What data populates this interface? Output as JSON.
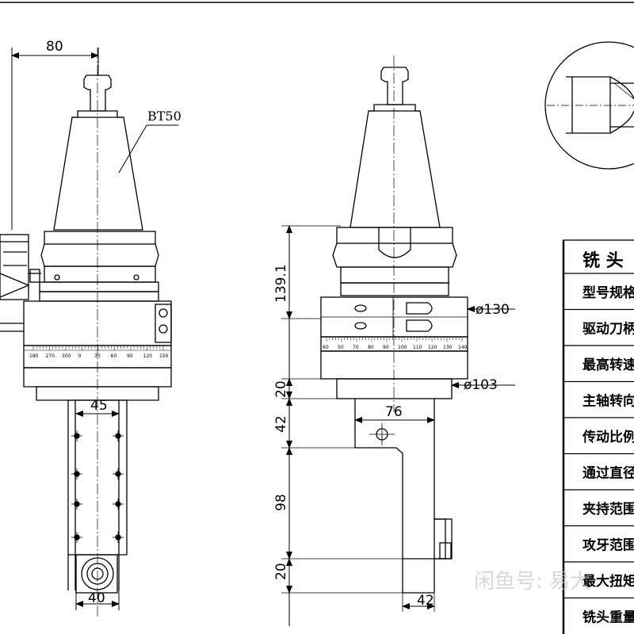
{
  "drawing": {
    "left_view": {
      "dim_top": "80",
      "label_taper": "BT50",
      "dim_bolt_spacing": "45",
      "dim_bottom": "40",
      "scale_labels": [
        "180",
        "270",
        "300",
        "0",
        "30",
        "60",
        "90",
        "120",
        "150"
      ]
    },
    "mid_view": {
      "dim_height_total": "139.1",
      "dim_flange_height": "20",
      "dim_arm_height": "42",
      "dim_arm_length": "98",
      "dim_tip_height": "20",
      "dim_dia_body": "ø130",
      "dim_dia_flange": "ø103",
      "dim_offset": "76",
      "dim_tip_width": "42",
      "scale_labels": [
        "60",
        "50",
        "70",
        "80",
        "90",
        "100",
        "110",
        "120",
        "130",
        "140"
      ]
    }
  },
  "table": {
    "header": "铣 头",
    "rows": [
      "型号规格",
      "驱动刀柄",
      "最高转速",
      "主轴转向",
      "传动比例",
      "通过直径",
      "夹持范围",
      "攻牙范围",
      "最大扭矩",
      "铣头重量"
    ]
  },
  "watermark": "闲鱼号: 易大"
}
